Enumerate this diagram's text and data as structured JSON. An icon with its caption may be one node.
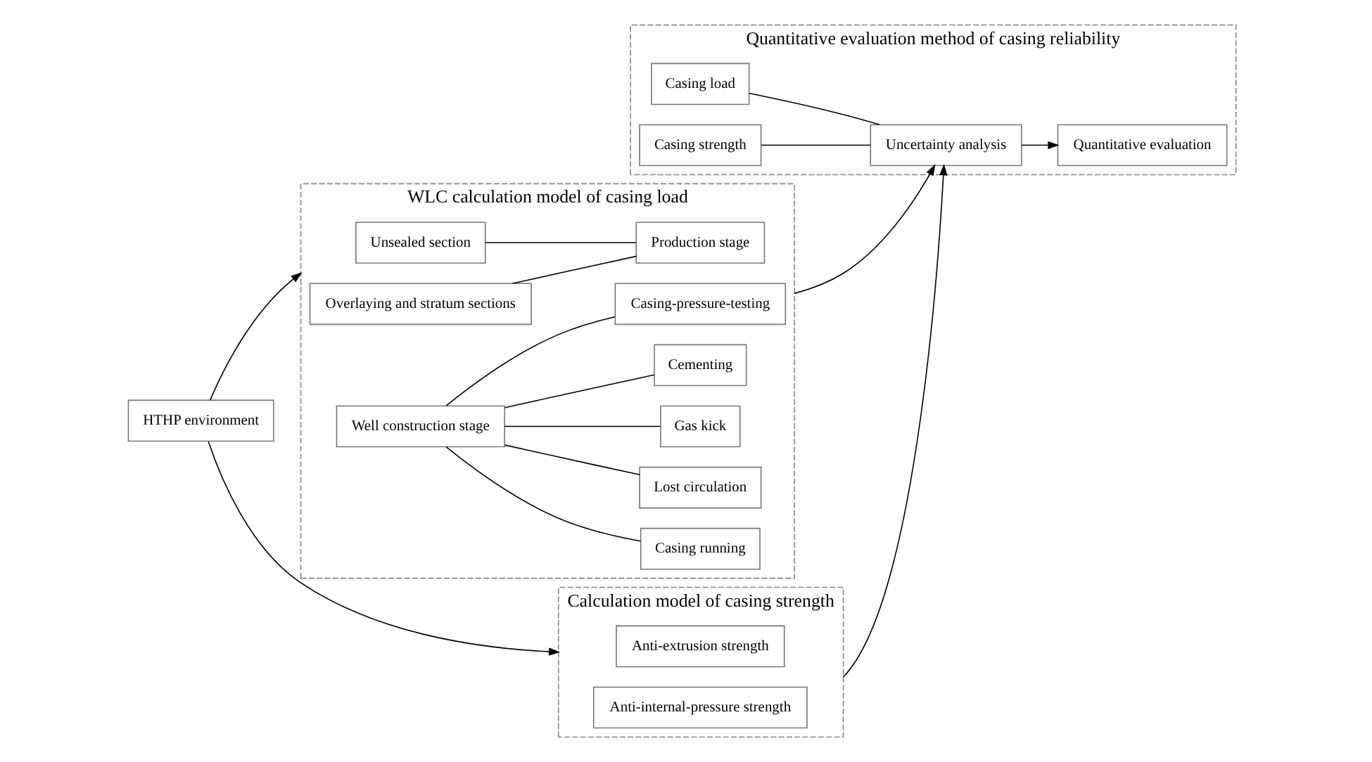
{
  "diagram": {
    "nodes": [
      {
        "text": [
          "WLC calculation model of casing load"
        ]
      },
      {
        "text": [
          "Unsealed section"
        ],
        "in": 0
      },
      {
        "text": [
          "Overlaying and stratum sections"
        ],
        "in": 0
      },
      {
        "text": [
          "Production stage"
        ],
        "in": 0
      },
      {
        "text": [
          "Well construction stage"
        ],
        "in": 0
      },
      {
        "text": [
          "Casing running"
        ],
        "in": 0
      },
      {
        "text": [
          "Lost circulation"
        ],
        "in": 0
      },
      {
        "text": [
          "Gas kick"
        ],
        "in": 0
      },
      {
        "text": [
          "Cementing"
        ],
        "in": 0
      },
      {
        "text": [
          "Casing-pressure-testing"
        ],
        "in": 0
      },
      {
        "text": [
          "HTHP environment"
        ]
      },
      {
        "text": [
          "Calculation model of casing strength"
        ]
      },
      {
        "text": [
          "Anti-extrusion strength"
        ],
        "in": 11
      },
      {
        "text": [
          "Anti-internal-pressure strength"
        ],
        "in": 11
      },
      {
        "text": [
          "Quantitative evaluation method of casing reliability"
        ]
      },
      {
        "text": [
          "Casing load"
        ],
        "in": 14
      },
      {
        "text": [
          "Casing strength"
        ],
        "in": 14
      },
      {
        "text": [
          "Uncertainty analysis"
        ],
        "in": 14
      },
      {
        "text": [
          "Quantitative evaluation"
        ],
        "in": 14
      }
    ],
    "edges": [
      {
        "from": 1,
        "to": 3,
        "arrow": "none"
      },
      {
        "from": 2,
        "to": 3,
        "arrow": "none"
      },
      {
        "from": 4,
        "to": 5,
        "arrow": "none"
      },
      {
        "from": 4,
        "to": 6,
        "arrow": "none"
      },
      {
        "from": 4,
        "to": 7,
        "arrow": "none"
      },
      {
        "from": 4,
        "to": 8,
        "arrow": "none"
      },
      {
        "from": 4,
        "to": 9,
        "arrow": "none"
      },
      {
        "from": 10,
        "to": 0,
        "arrow": "to"
      },
      {
        "from": 10,
        "to": 11,
        "arrow": "to"
      },
      {
        "from": 0,
        "to": 17,
        "arrow": "to"
      },
      {
        "from": 11,
        "to": 17,
        "arrow": "to"
      },
      {
        "from": 15,
        "to": 17,
        "arrow": "none"
      },
      {
        "from": 16,
        "to": 17,
        "arrow": "none"
      },
      {
        "from": 17,
        "to": 18,
        "arrow": "to"
      }
    ]
  }
}
